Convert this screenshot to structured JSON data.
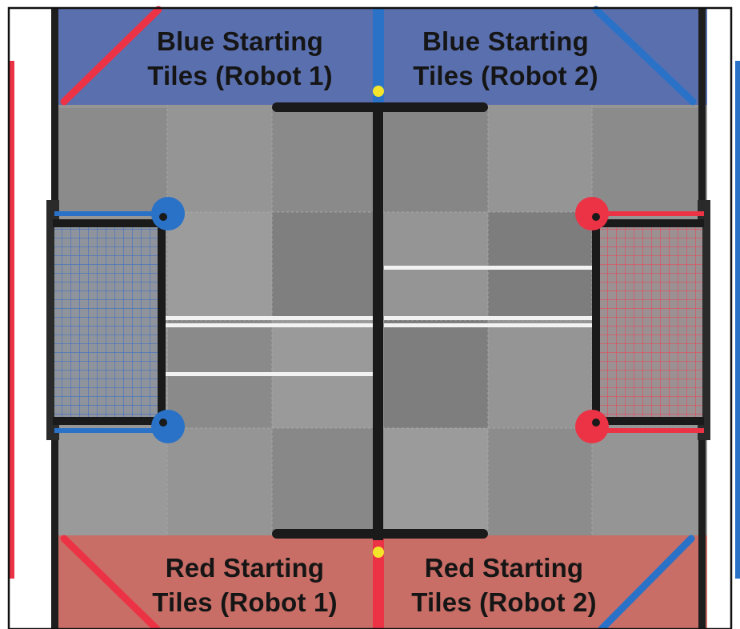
{
  "field_image": {
    "colors": {
      "blue_zone": "#5a6fae",
      "red_zone": "#c86e66",
      "blue_element": "#2a72c8",
      "red_element": "#ec3346",
      "ball_yellow": "#f5e52a",
      "tile_light": "#9a9a9a",
      "tile_dark": "#7f7f7f",
      "frame": "#1c1c1c"
    },
    "zones": {
      "blue_robot1": {
        "line1": "Blue Starting",
        "line2": "Tiles (Robot 1)"
      },
      "blue_robot2": {
        "line1": "Blue Starting",
        "line2": "Tiles (Robot 2)"
      },
      "red_robot1": {
        "line1": "Red Starting",
        "line2": "Tiles (Robot 1)"
      },
      "red_robot2": {
        "line1": "Red Starting",
        "line2": "Tiles (Robot 2)"
      }
    }
  }
}
